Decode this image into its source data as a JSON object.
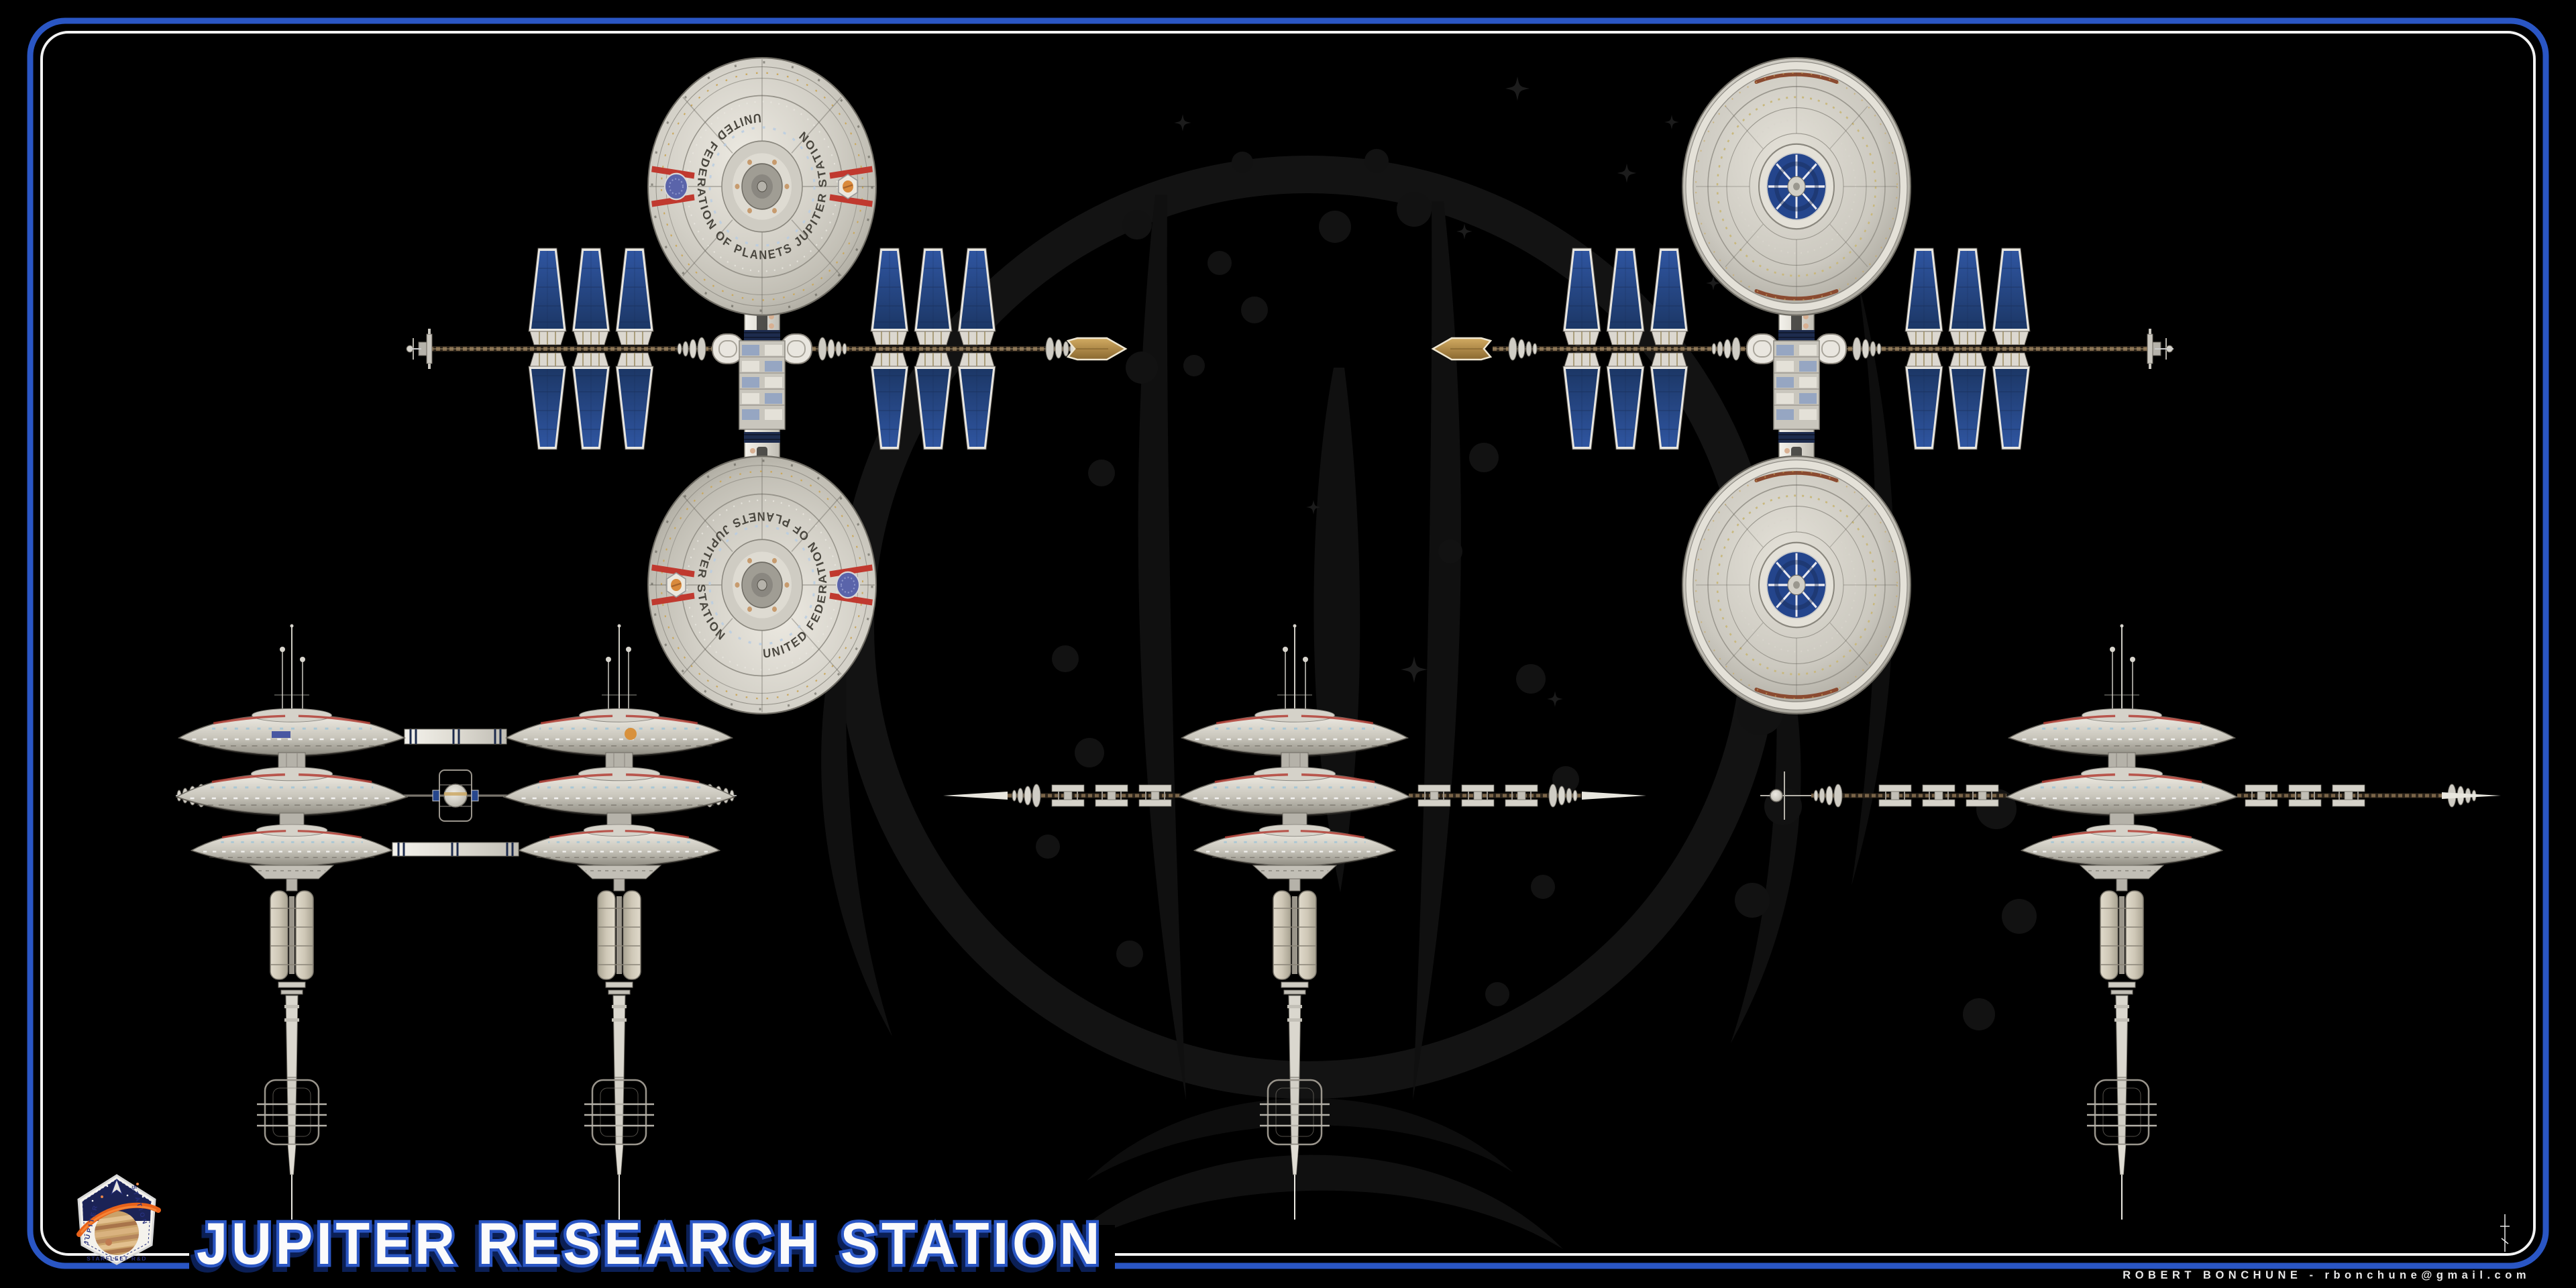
{
  "poster": {
    "title": "JUPITER RESEARCH STATION",
    "credit": "ROBERT BONCHUNE - rbonchune@gmail.com",
    "hull_ring_text": "UNITED FEDERATION OF PLANETS JUPITER STATION",
    "badge": {
      "left": "JUPITER",
      "right": "STATION",
      "bottom": "STARFLEET R&D"
    },
    "colors": {
      "background": "#000000",
      "frame_blue": "#2a56c4",
      "frame_white": "#f2f2f2",
      "solar_panel_blue": "#26468c",
      "hull_gray": "#c9c6bc",
      "navy_band": "#1d2b4d",
      "accent_red": "#c0392f",
      "gold": "#b9914e",
      "watermark_gray": "#131313"
    }
  }
}
